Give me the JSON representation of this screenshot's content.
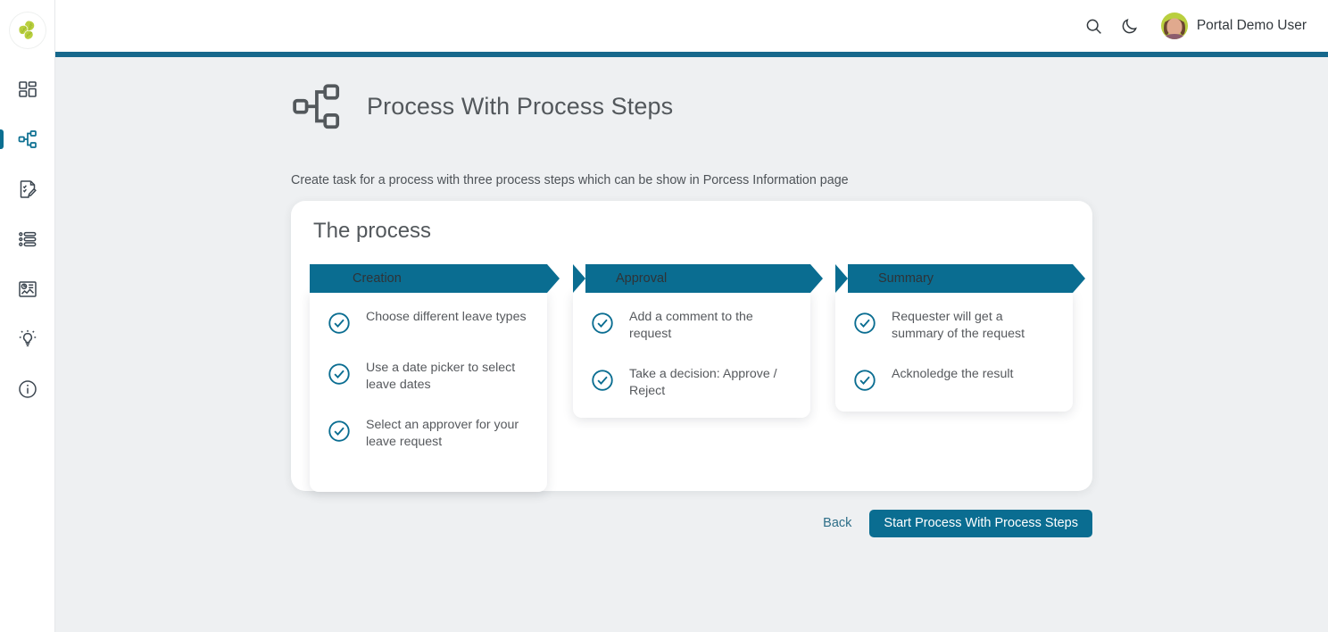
{
  "app": {
    "logo_icon": "leaf-logo-icon",
    "accent_color": "#16688c",
    "brand_teal": "#0a6d91",
    "logo_green": "#b9cf3e"
  },
  "sidebar": {
    "items": [
      {
        "icon": "dashboard-tiles-icon",
        "label": "Dashboard",
        "active": false
      },
      {
        "icon": "process-hierarchy-icon",
        "label": "Processes",
        "active": true
      },
      {
        "icon": "task-form-edit-icon",
        "label": "Tasks",
        "active": false
      },
      {
        "icon": "list-items-icon",
        "label": "Lists",
        "active": false
      },
      {
        "icon": "analytics-report-icon",
        "label": "Reports",
        "active": false
      },
      {
        "icon": "lightbulb-idea-icon",
        "label": "Ideas",
        "active": false
      },
      {
        "icon": "info-circle-icon",
        "label": "Information",
        "active": false
      }
    ]
  },
  "header": {
    "search_icon": "search-icon",
    "theme_icon": "moon-dark-mode-icon",
    "user_name": "Portal Demo User",
    "avatar_icon": "user-avatar"
  },
  "page": {
    "icon": "process-hierarchy-icon",
    "title": "Process With Process Steps",
    "subtitle": "Create task for a process with three process steps which can be show in Porcess Information page"
  },
  "process_card": {
    "title": "The process",
    "columns": [
      {
        "label": "Creation",
        "items": [
          "Choose different leave types",
          "Use a date picker to select leave dates",
          "Select an approver for your leave request"
        ]
      },
      {
        "label": "Approval",
        "items": [
          "Add a comment to the request",
          "Take a decision: Approve / Reject"
        ]
      },
      {
        "label": "Summary",
        "items": [
          "Requester will get a summary of the request",
          "Acknoledge the result"
        ]
      }
    ]
  },
  "footer": {
    "back_label": "Back",
    "start_label": "Start Process With Process Steps"
  }
}
